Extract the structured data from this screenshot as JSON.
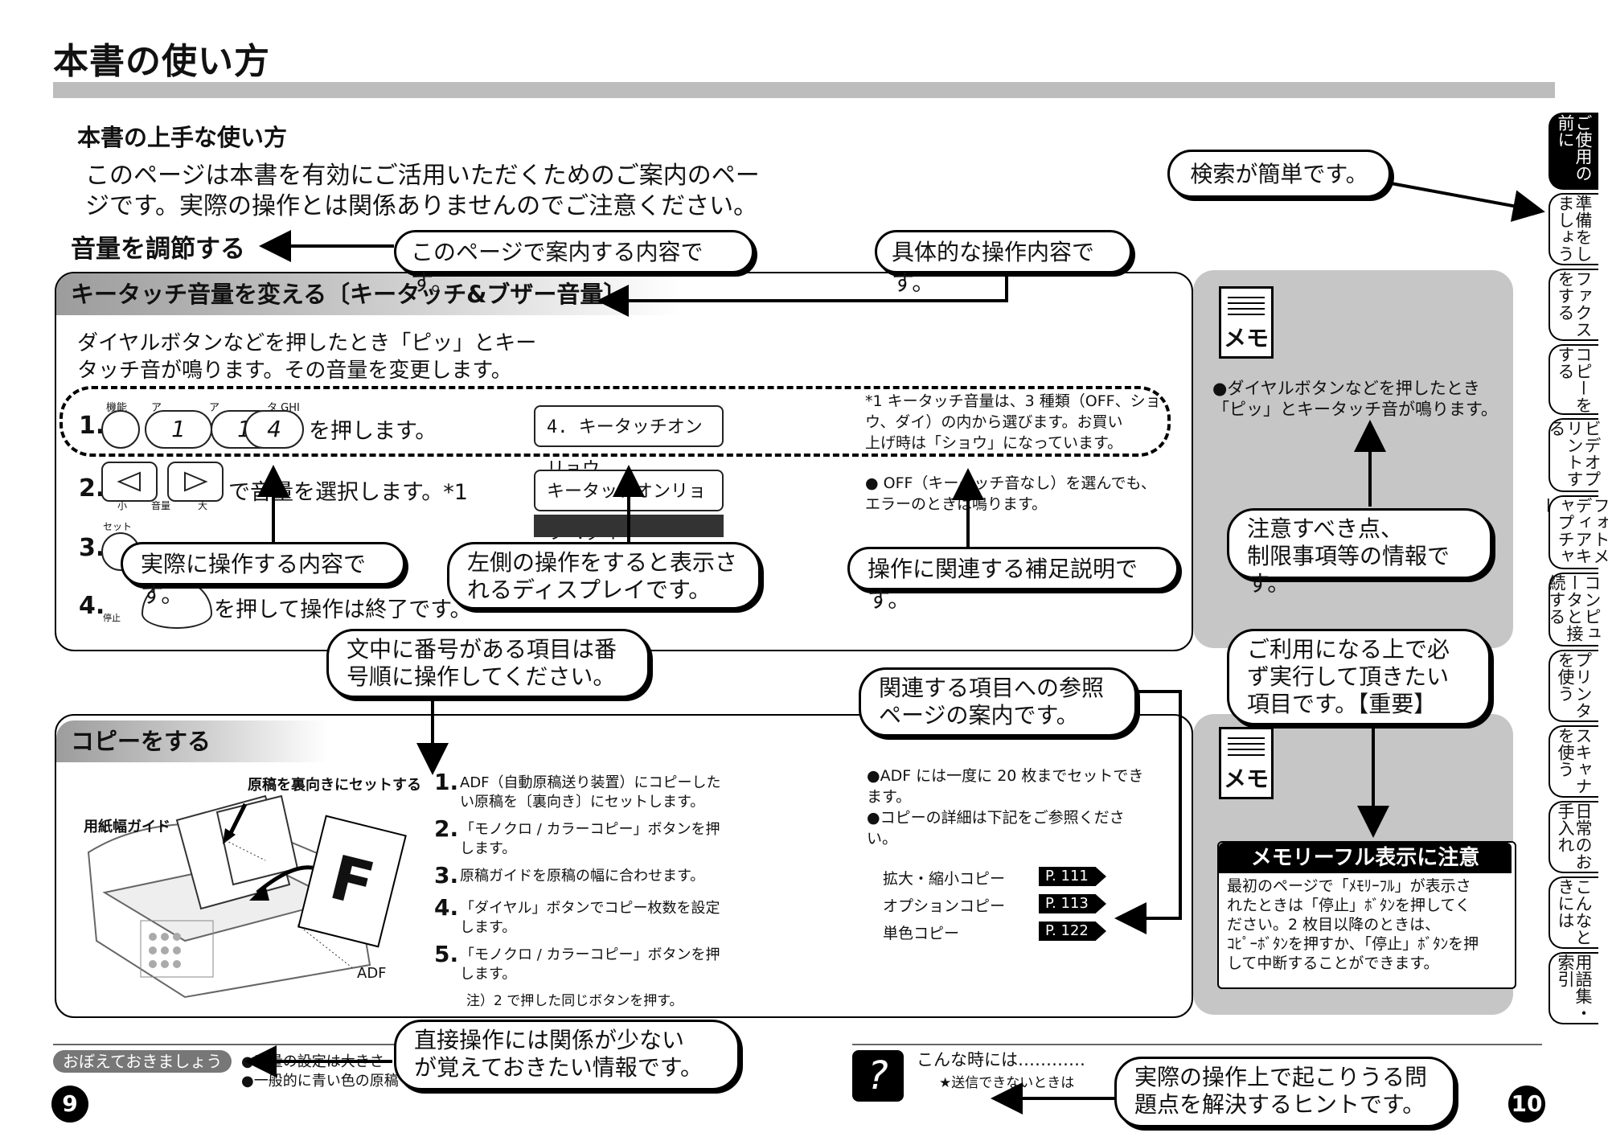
{
  "page_title": "本書の使い方",
  "subheading": "本書の上手な使い方",
  "intro": "このページは本書を有効にご活用いただくためのご案内のペー\nジです。実際の操作とは関係ありませんのでご注意ください。",
  "section_heading": "音量を調節する",
  "callouts": {
    "page_content": "このページで案内する内容です。",
    "specific_operation": "具体的な操作内容です。",
    "search_easy": "検索が簡単です。",
    "actual_operation": "実際に操作する内容です。",
    "display_info": "左側の操作をすると表示さ\nれるディスプレイです。",
    "supplement": "操作に関連する補足説明です。",
    "caution": "注意すべき点、\n制限事項等の情報です。",
    "numbered_order": "文中に番号がある項目は番\n号順に操作してください。",
    "reference_pages": "関連する項目への参照\nページの案内です。",
    "must_do": "ご利用になる上で必\nず実行して頂きたい\n項目です。【重要】",
    "remember": "直接操作には関係が少ない\nが覚えておきたい情報です。",
    "troubleshoot_hint": "実際の操作上で起こりうる問\n題点を解決するヒントです。"
  },
  "panel1": {
    "title": "キータッチ音量を変える〔キータッチ&ブザー音量〕",
    "desc": "ダイヤルボタンなどを押したとき「ピッ」とキー\nタッチ音が鳴ります。その音量を変更します。",
    "button_label_func": "機能",
    "button_label_a": "ア",
    "button_label_ghi": "タ GHI",
    "buttons": [
      "1",
      "1",
      "4"
    ],
    "step1_num": "1.",
    "step1_text": "を押します。",
    "step2_num": "2.",
    "step2_text": "で音量を選択します。*1",
    "step2_small": "小",
    "step2_vol": "音量",
    "step2_large": "大",
    "step3_num": "3.",
    "step3_set": "セット",
    "step4_num": "4.",
    "step4_stop": "停止",
    "step4_text": "を押して操作は終了です。",
    "lcd1": "4.    キータッチオンリョウ",
    "lcd2": "キータッチオンリョウ   :ダイ",
    "footnote": "*1 キータッチ音量は、3 種類（OFF、ショ\n    ウ、ダイ）の内から選びます。お買い\n    上げ時は「ショウ」になっています。",
    "note": "● OFF（キータッチ音なし）を選んでも、\n   エラーのときは鳴ります。"
  },
  "memo1": {
    "icon_label": "メモ",
    "text": "●ダイヤルボタンなどを押したとき\n「ピッ」とキータッチ音が鳴ります。"
  },
  "panel2": {
    "title": "コピーをする",
    "label_face_down": "原稿を裏向きにセットする",
    "label_guide": "用紙幅ガイド",
    "label_adf": "ADF",
    "letter_f": "F",
    "steps": [
      {
        "num": "1.",
        "text": "ADF（自動原稿送り装置）にコピーした\nい原稿を〔裏向き〕にセットします。"
      },
      {
        "num": "2.",
        "text": "「モノクロ / カラーコピー」ボタンを押\nします。"
      },
      {
        "num": "3.",
        "text": "原稿ガイドを原稿の幅に合わせます。"
      },
      {
        "num": "4.",
        "text": "「ダイヤル」ボタンでコピー枚数を設定\nします。"
      },
      {
        "num": "5.",
        "text": "「モノクロ / カラーコピー」ボタンを押\nします。"
      }
    ],
    "step5_note": "注）2 で押した同じボタンを押す。",
    "notes": "●ADF には一度に 20 枚までセットでき\n   ます。\n●コピーの詳細は下記をご参照くださ\n   い。",
    "refs": [
      {
        "label": "拡大・縮小コピー",
        "page": "P. 111"
      },
      {
        "label": "オプションコピー",
        "page": "P. 113"
      },
      {
        "label": "単色コピー",
        "page": "P. 122"
      }
    ]
  },
  "memo2": {
    "icon_label": "メモ",
    "heading": "メモリーフル表示に注意",
    "text": "最初のページで「ﾒﾓﾘｰﾌﾙ」が表示さ\nれたときは「停止」ﾎﾞﾀﾝを押してく\nださい。2 枚目以降のときは、\nｺﾋﾟｰﾎﾞﾀﾝを押すか、「停止」ﾎﾞﾀﾝを押\nして中断することができます。"
  },
  "footer": {
    "remember_pill": "おぼえておきましょう",
    "remember_line1": "●音量の設定は大きさ",
    "remember_line2": "●一般的に青い色の原稿",
    "trouble_title": "こんな時には…………",
    "trouble_item": "★送信できないときは",
    "help_glyph": "?",
    "page_left": "9",
    "page_right": "10"
  },
  "side_tabs": [
    {
      "label": "ご使用の前に",
      "active": true
    },
    {
      "label": "準備をしましょう",
      "active": false
    },
    {
      "label": "ファクスをする",
      "active": false
    },
    {
      "label": "コピーをする",
      "active": false
    },
    {
      "label": "ビデオプリントする",
      "active": false
    },
    {
      "label": "フォトメディアキャプチャー",
      "active": false
    },
    {
      "label": "コンピュータと接続する",
      "active": false
    },
    {
      "label": "プリンタを使う",
      "active": false
    },
    {
      "label": "スキャナを使う",
      "active": false
    },
    {
      "label": "日常のお手入れ",
      "active": false
    },
    {
      "label": "こんなときには",
      "active": false
    },
    {
      "label": "用語集・索引",
      "active": false
    }
  ]
}
